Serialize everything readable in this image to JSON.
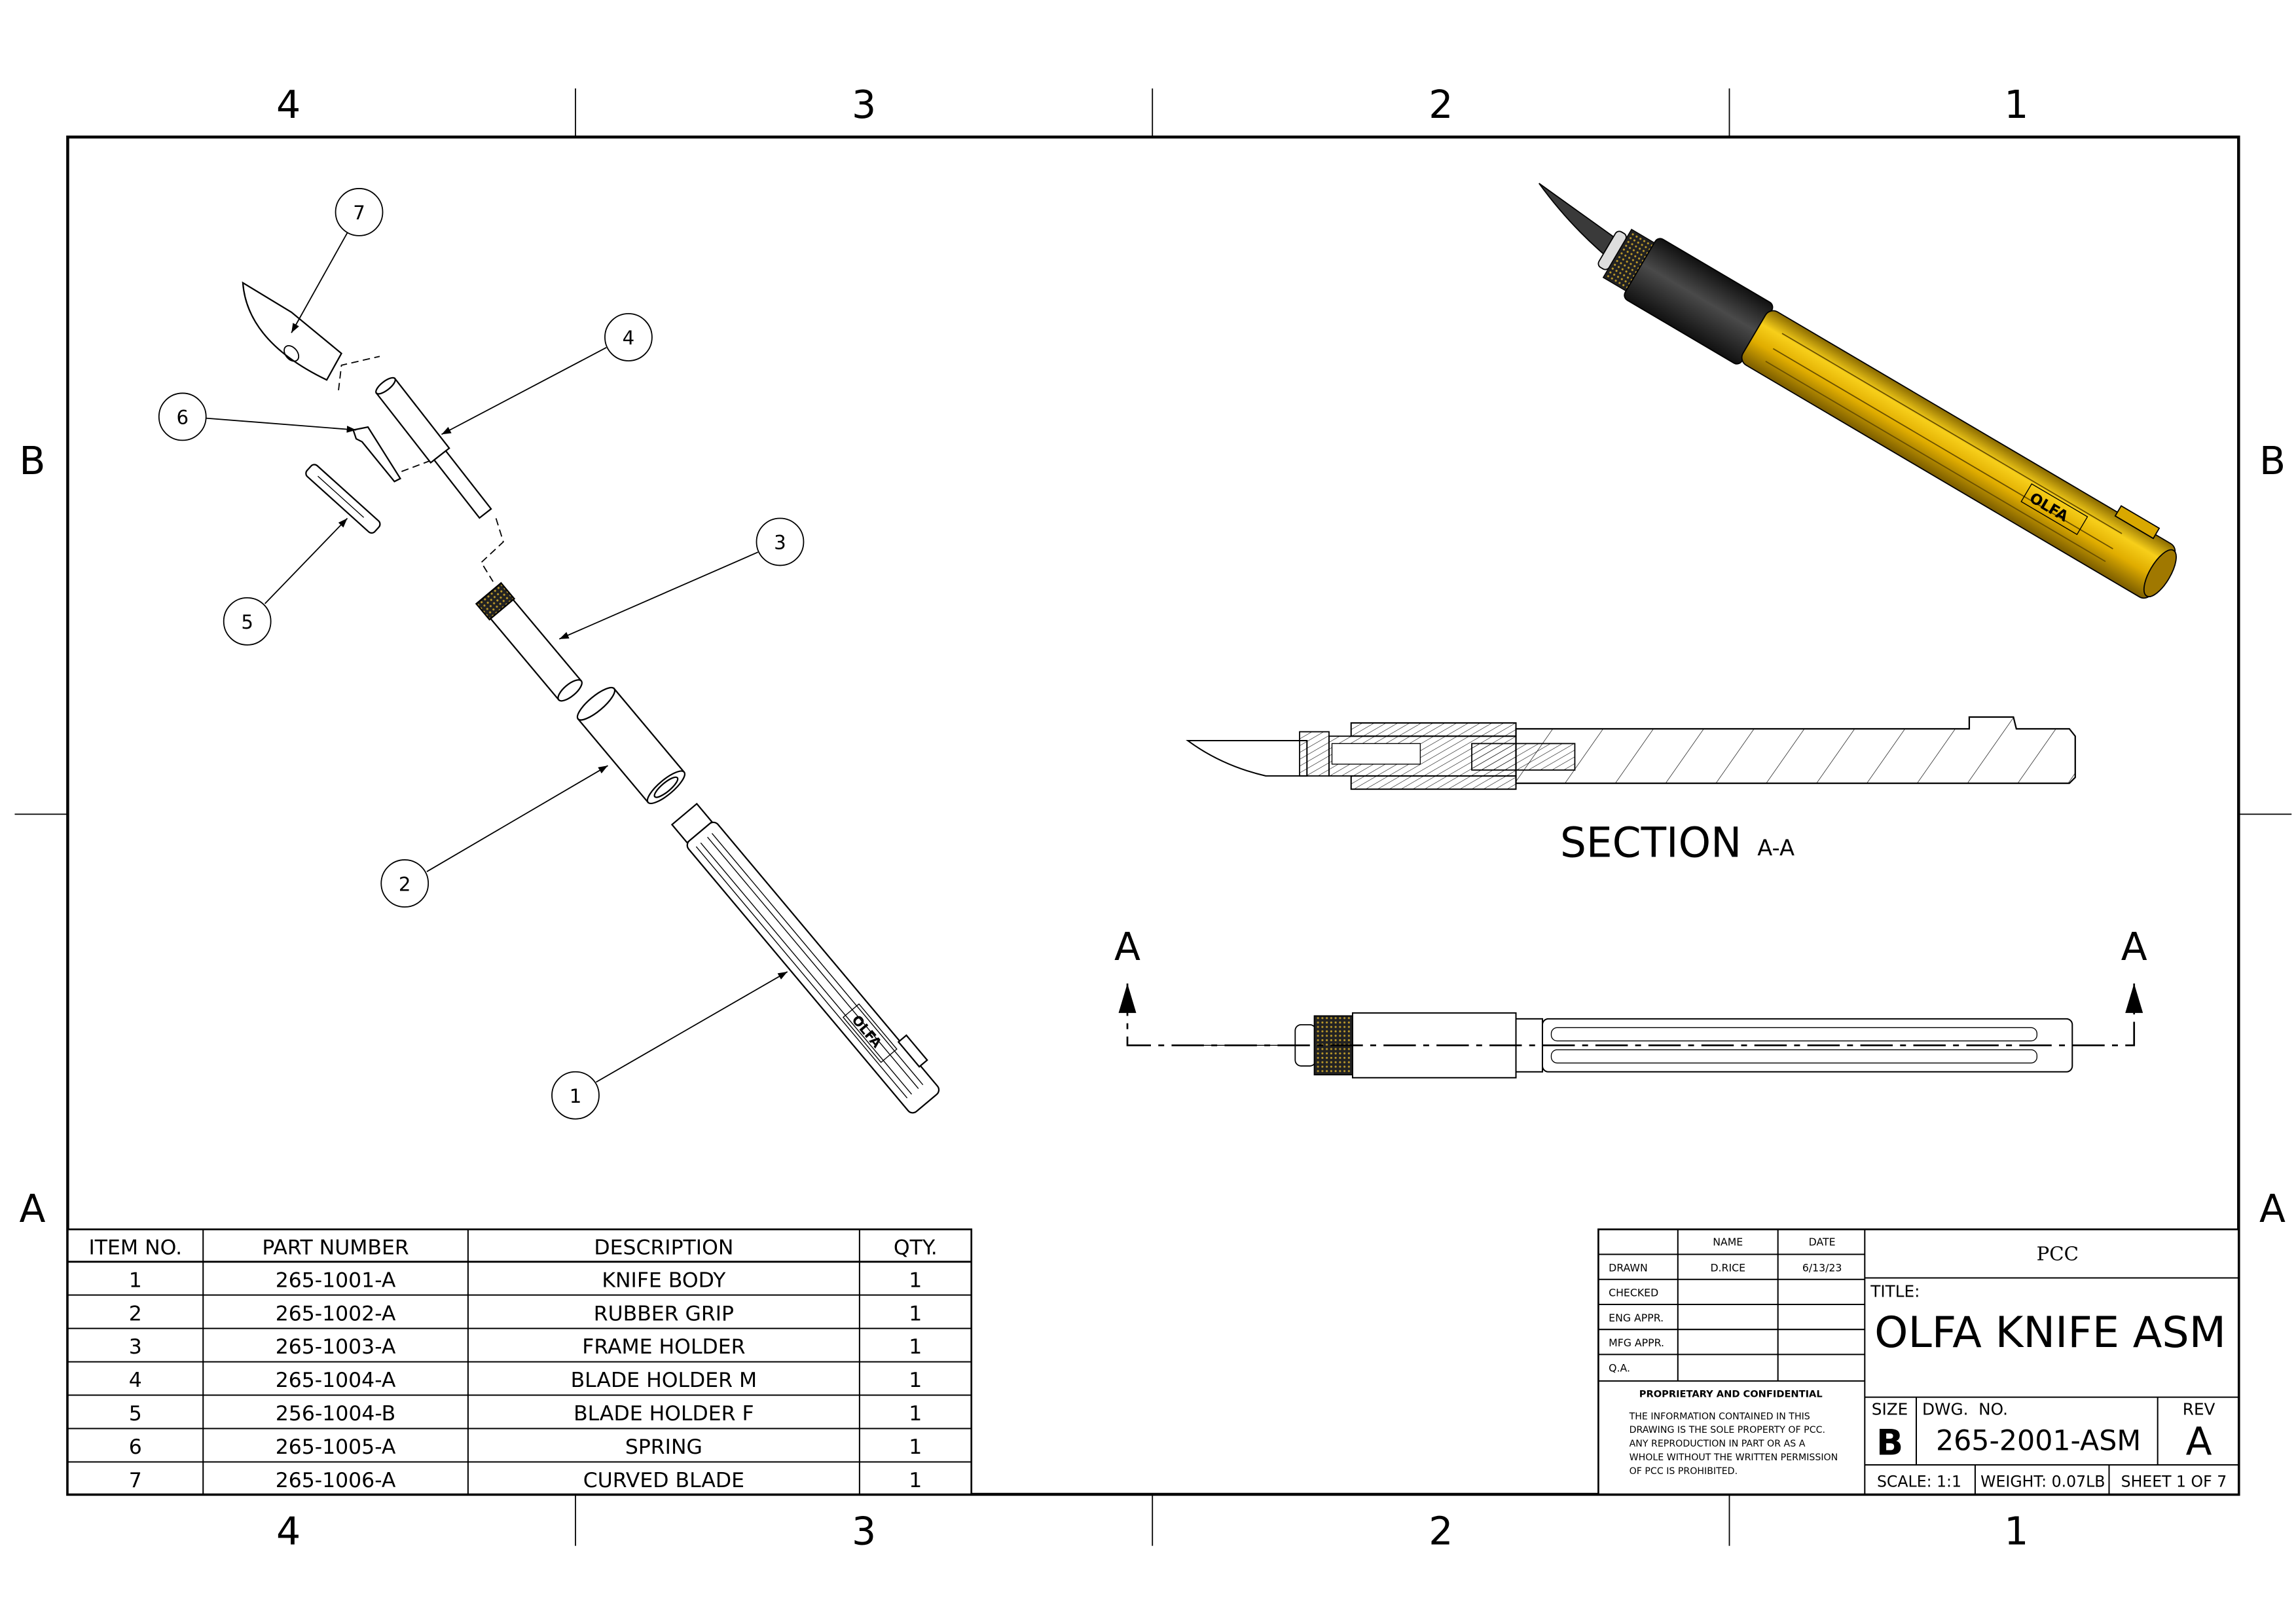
{
  "zones": {
    "columns": [
      "4",
      "3",
      "2",
      "1"
    ],
    "rows": [
      "B",
      "A"
    ]
  },
  "balloons": [
    "1",
    "2",
    "3",
    "4",
    "5",
    "6",
    "7"
  ],
  "section": {
    "label": "SECTION",
    "suffix": "A-A"
  },
  "cut_markers": {
    "left": "A",
    "right": "A"
  },
  "bom": {
    "headers": [
      "ITEM NO.",
      "PART NUMBER",
      "DESCRIPTION",
      "QTY."
    ],
    "rows": [
      [
        "1",
        "265-1001-A",
        "KNIFE BODY",
        "1"
      ],
      [
        "2",
        "265-1002-A",
        "RUBBER GRIP",
        "1"
      ],
      [
        "3",
        "265-1003-A",
        "FRAME HOLDER",
        "1"
      ],
      [
        "4",
        "265-1004-A",
        "BLADE HOLDER M",
        "1"
      ],
      [
        "5",
        "256-1004-B",
        "BLADE HOLDER F",
        "1"
      ],
      [
        "6",
        "265-1005-A",
        "SPRING",
        "1"
      ],
      [
        "7",
        "265-1006-A",
        "CURVED BLADE",
        "1"
      ]
    ]
  },
  "title_block": {
    "name_header": "NAME",
    "date_header": "DATE",
    "signoffs": [
      {
        "role": "DRAWN",
        "name": "D.RICE",
        "date": "6/13/23"
      },
      {
        "role": "CHECKED",
        "name": "",
        "date": ""
      },
      {
        "role": "ENG APPR.",
        "name": "",
        "date": ""
      },
      {
        "role": "MFG APPR.",
        "name": "",
        "date": ""
      },
      {
        "role": "Q.A.",
        "name": "",
        "date": ""
      }
    ],
    "proprietary_title": "PROPRIETARY AND CONFIDENTIAL",
    "proprietary_lines": [
      "THE INFORMATION CONTAINED IN THIS",
      "DRAWING IS THE SOLE PROPERTY OF PCC.",
      "ANY REPRODUCTION IN PART OR AS A",
      "WHOLE WITHOUT THE WRITTEN PERMISSION",
      "OF PCC IS PROHIBITED."
    ],
    "company": "PCC",
    "title_label": "TITLE:",
    "title": "OLFA KNIFE ASM",
    "size_label": "SIZE",
    "size": "B",
    "dwg_label": "DWG.  NO.",
    "dwg_no": "265-2001-ASM",
    "rev_label": "REV",
    "rev": "A",
    "scale": "SCALE: 1:1",
    "weight": "WEIGHT: 0.07LB",
    "sheet": "SHEET 1 OF 7"
  },
  "brand_mark": "OLFA",
  "colors": {
    "body": "#e8b400",
    "grip": "#2e2e2e",
    "line": "#000000"
  }
}
